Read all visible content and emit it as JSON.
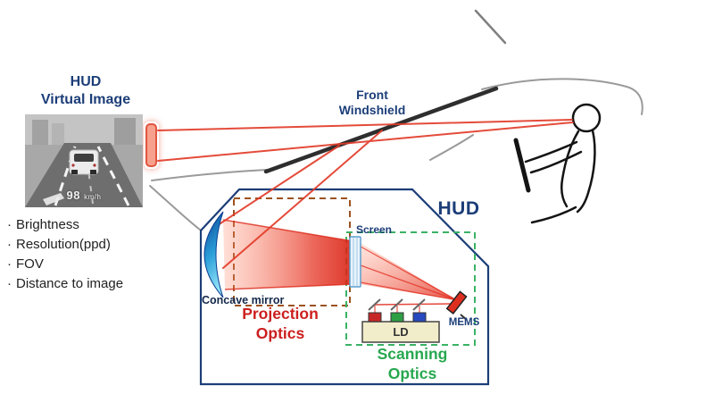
{
  "title": {
    "line1": "HUD",
    "line2": "Virtual Image"
  },
  "photo": {
    "speed": "98",
    "unit": "km/h"
  },
  "specs": {
    "bullet": "·",
    "items": [
      "Brightness",
      "Resolution(ppd)",
      "FOV",
      "Distance to image"
    ]
  },
  "windshield_label": {
    "line1": "Front",
    "line2": "Windshield"
  },
  "hud_label": "HUD",
  "screen_label": "Screen",
  "concave_mirror_label": "Concave mirror",
  "projection_optics": {
    "line1": "Projection",
    "line2": "Optics"
  },
  "scanning_optics": {
    "line1": "Scanning",
    "line2": "Optics"
  },
  "mems_label": "MEMS",
  "ld_label": "LD",
  "colors": {
    "navy": "#1c3e78",
    "red": "#cc1f1f",
    "green": "#27a84f",
    "ray_red": "#e23c2a",
    "vi_fill": "#f7a08d",
    "vi_border": "#e25540"
  }
}
